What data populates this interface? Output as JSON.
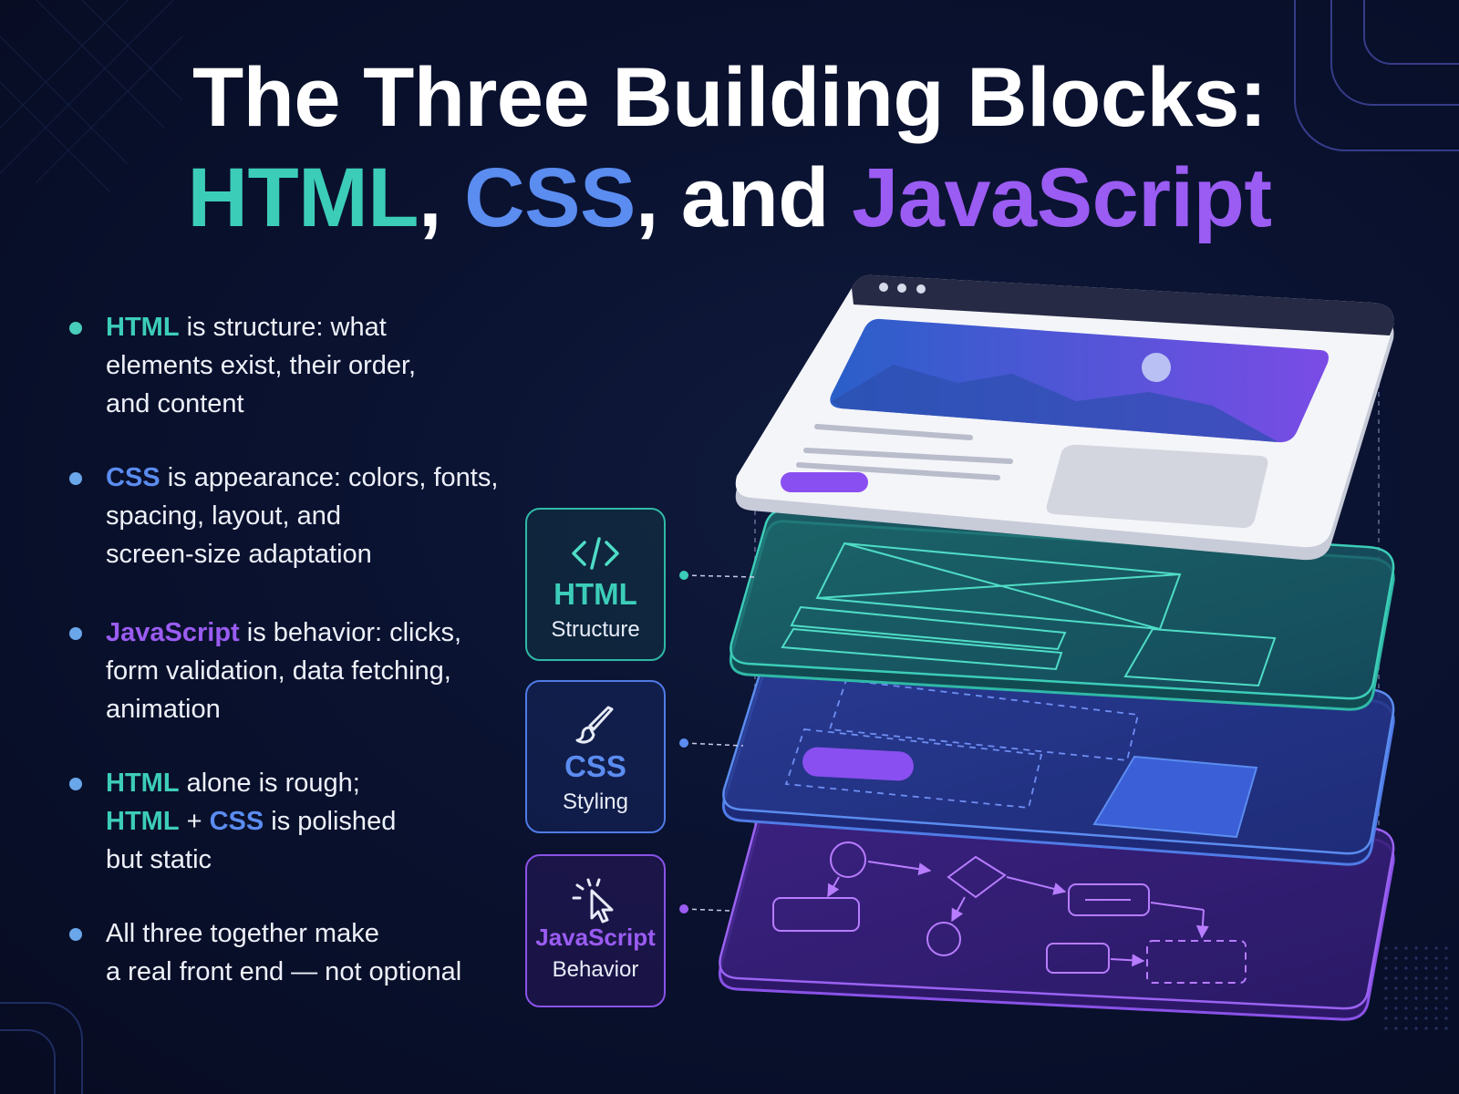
{
  "title": {
    "line1": "The Three Building Blocks:",
    "html": "HTML",
    "sep1": ", ",
    "css": "CSS",
    "sep2": ", and ",
    "js": "JavaScript"
  },
  "bullets": [
    {
      "key": "HTML",
      "rest_l1": " is structure: what",
      "l2": "elements exist, their order,",
      "l3": "and content"
    },
    {
      "key": "CSS",
      "rest_l1": " is appearance: colors, fonts,",
      "l2": "spacing, layout, and",
      "l3": "screen-size adaptation"
    },
    {
      "key": "JavaScript",
      "rest_l1": " is behavior: clicks,",
      "l2": "form validation, data fetching,",
      "l3": "animation"
    },
    {
      "key_a": "HTML",
      "rest_a": " alone is rough;",
      "key_b": "HTML",
      "plus": " + ",
      "key_c": "CSS",
      "rest_b": " is polished",
      "l3": "but static"
    },
    {
      "l1": "All three together make",
      "l2": "a real front end — not optional"
    }
  ],
  "layers": [
    {
      "name": "HTML",
      "role": "Structure",
      "icon": "code-brackets-icon"
    },
    {
      "name": "CSS",
      "role": "Styling",
      "icon": "paintbrush-icon"
    },
    {
      "name": "JavaScript",
      "role": "Behavior",
      "icon": "cursor-click-icon"
    }
  ],
  "colors": {
    "html": "#3ccdb8",
    "css": "#5b8cf0",
    "js": "#9a5cf2",
    "bullet_html": "#47cdb9",
    "bullet_other": "#6aa6ea"
  }
}
